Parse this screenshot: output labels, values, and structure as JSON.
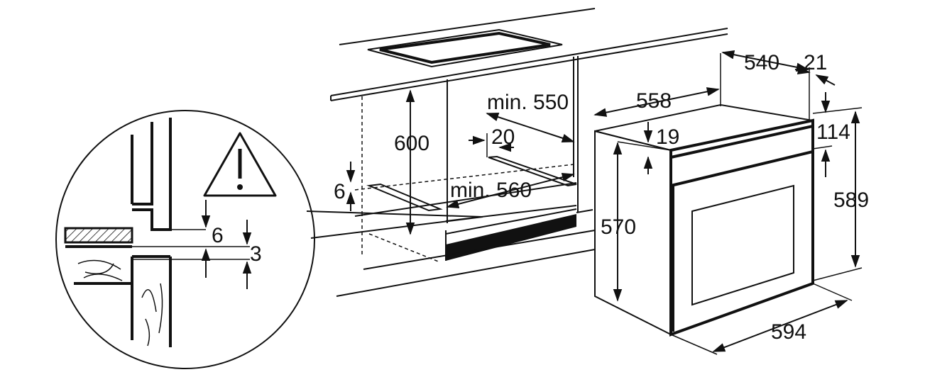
{
  "diagram": {
    "labels": {
      "dim_600": "600",
      "dim_min550": "min. 550",
      "dim_20": "20",
      "dim_6_cabinet": "6",
      "dim_min560": "min. 560",
      "dim_558": "558",
      "dim_540": "540",
      "dim_21": "21",
      "dim_19": "19",
      "dim_114": "114",
      "dim_570": "570",
      "dim_589": "589",
      "dim_594": "594",
      "detail_6": "6",
      "detail_3": "3"
    },
    "icons": [
      "warning-triangle-icon"
    ]
  }
}
